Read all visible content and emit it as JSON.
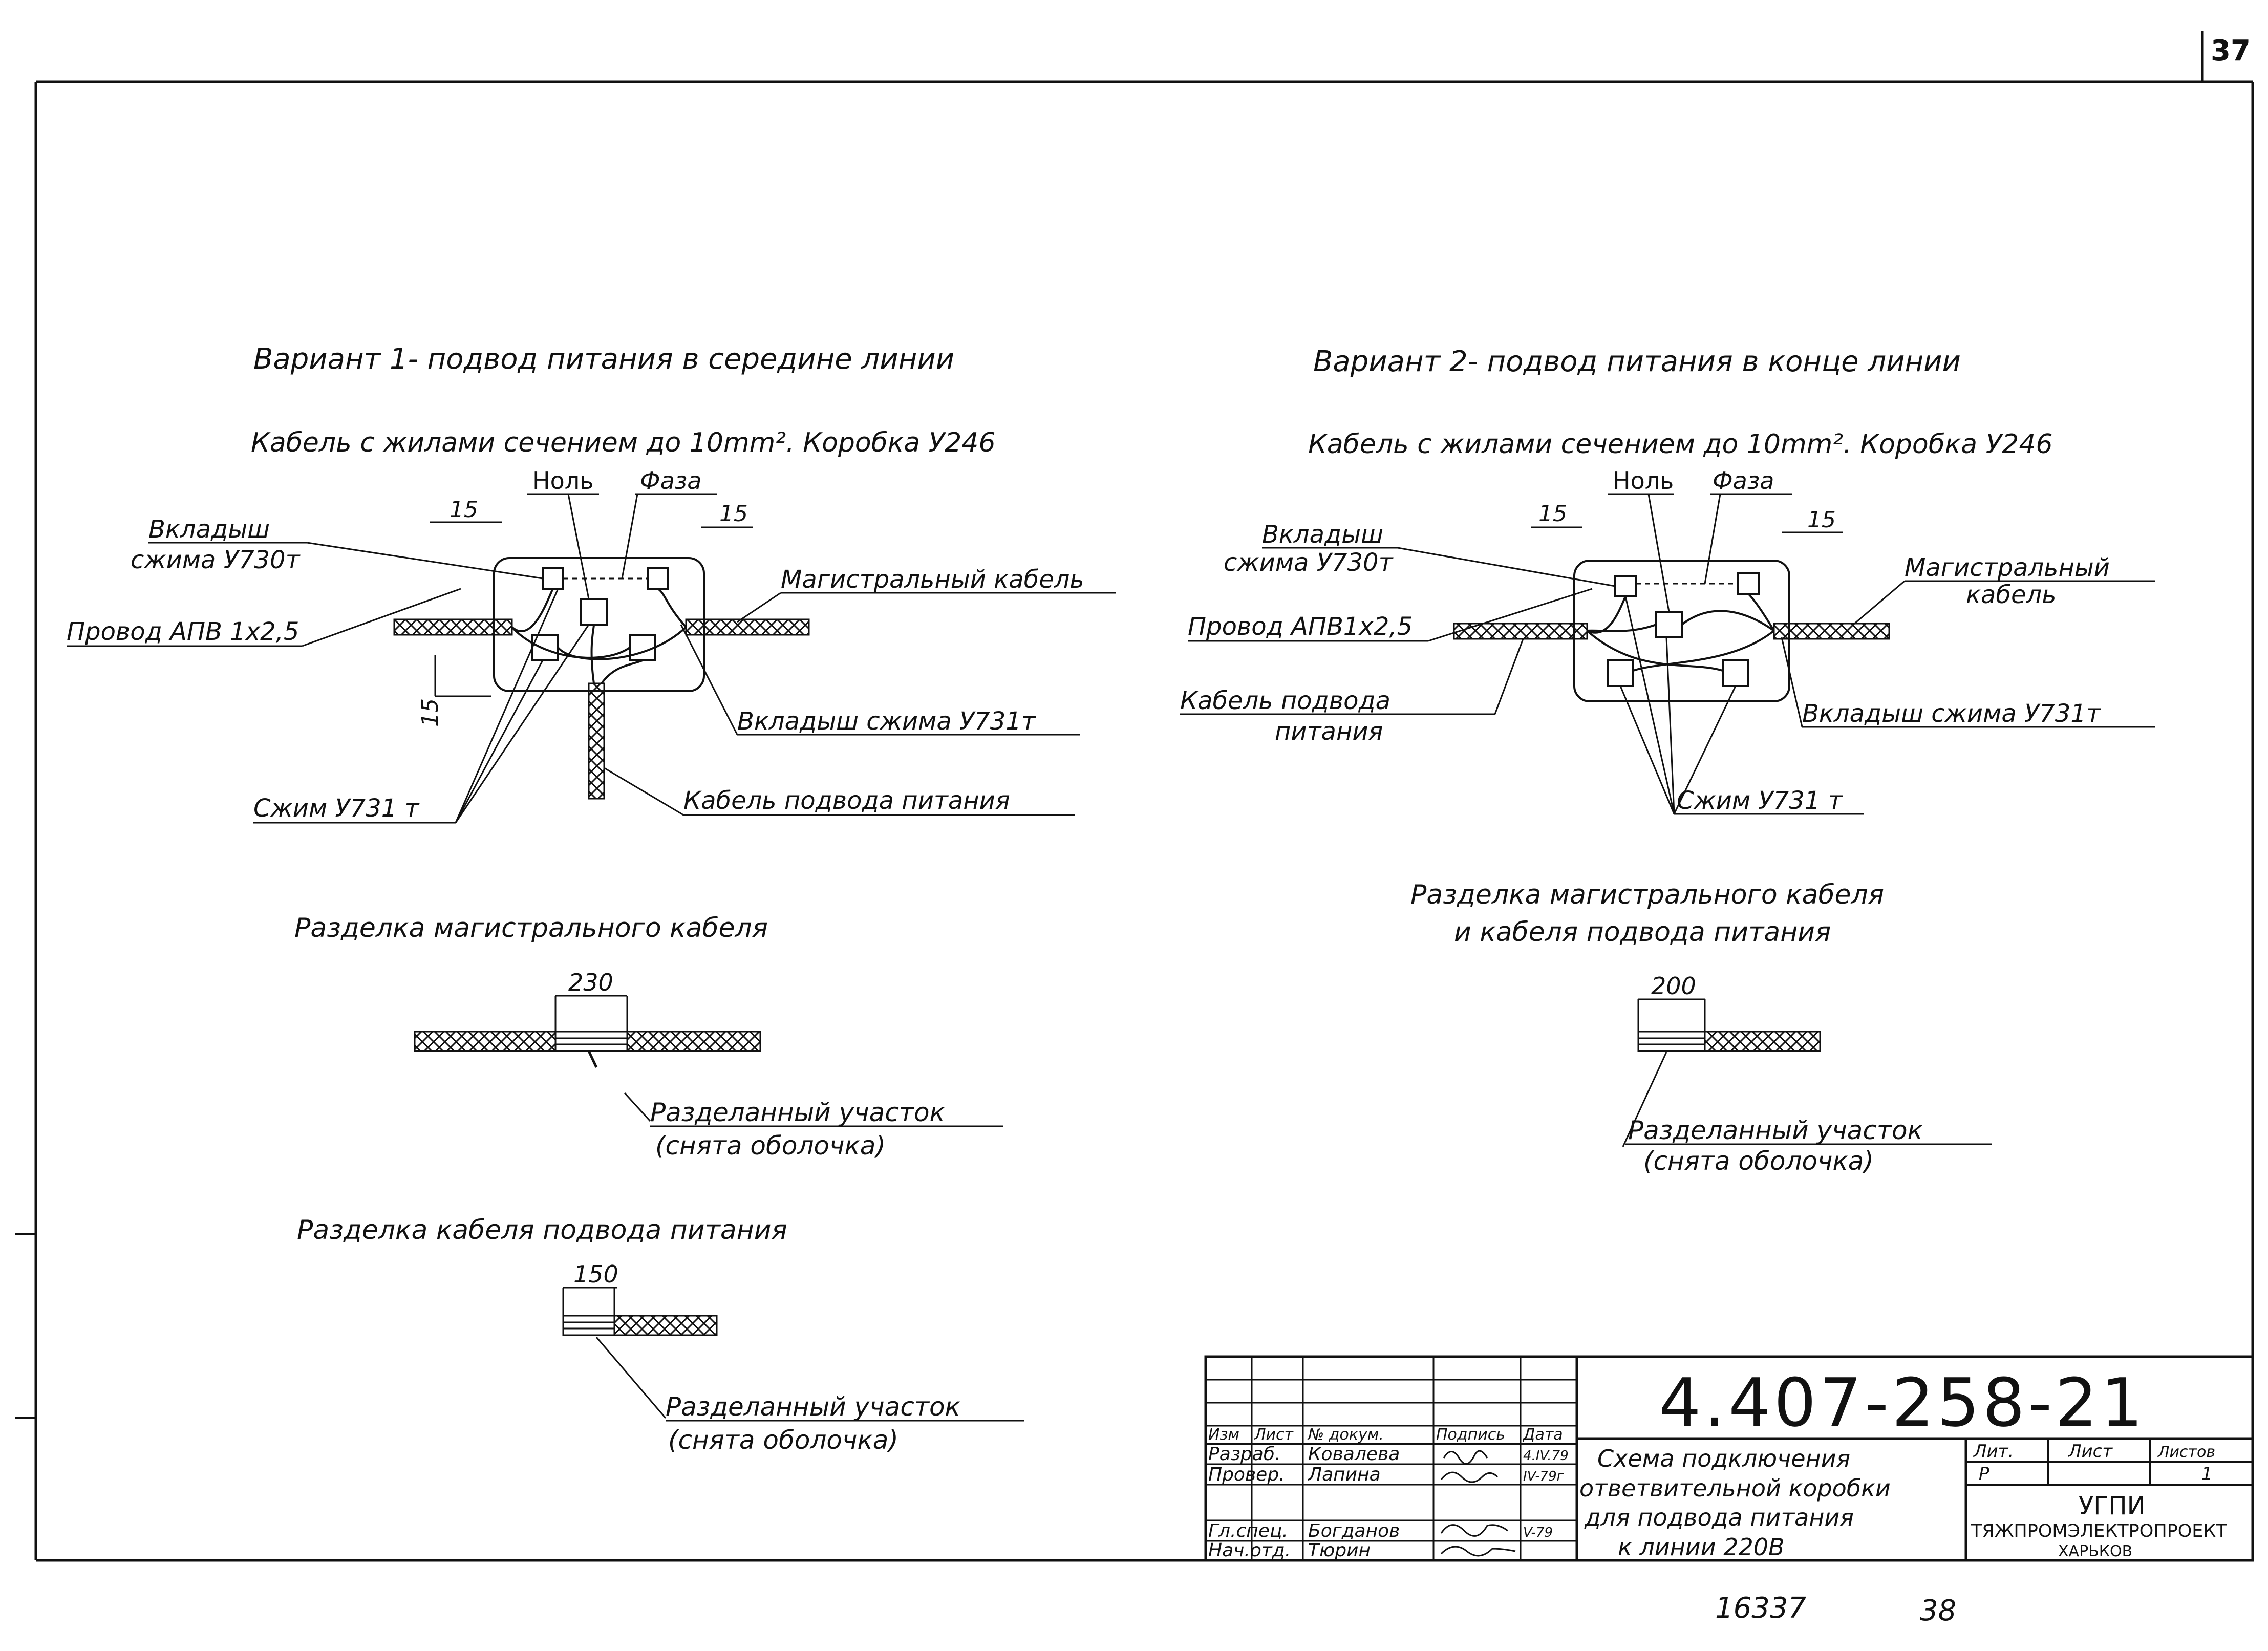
{
  "sheet_number": "37",
  "variant1": {
    "title": "Вариант 1- подвод питания в середине линии",
    "subtitle": "Кабель с жилами сечением до 10mm². Коробка У246",
    "label_null": "Ноль",
    "label_phase": "Фаза",
    "dim_left": "15",
    "dim_right": "15",
    "dim_vertical": "15",
    "insert_label_1": "Вкладыш",
    "insert_label_2": "сжима У730т",
    "wire_label": "Провод АПВ 1х2,5",
    "main_cable_label": "Магистральный кабель",
    "insert_u731_label": "Вкладыш сжима У731т",
    "clamp_label": "Сжим У731 т",
    "supply_cable_label": "Кабель подвода питания"
  },
  "variant2": {
    "title": "Вариант 2- подвод питания в конце линии",
    "subtitle": "Кабель с жилами сечением до 10mm². Коробка У246",
    "label_null": "Ноль",
    "label_phase": "Фаза",
    "dim_left": "15",
    "dim_right": "15",
    "insert_label_1": "Вкладыш",
    "insert_label_2": "сжима У730т",
    "wire_label": "Провод АПВ1х2,5",
    "main_cable_label_1": "Магистральный",
    "main_cable_label_2": "кабель",
    "supply_cable_label_1": "Кабель подвода",
    "supply_cable_label_2": "питания",
    "insert_u731_label": "Вкладыш сжима У731т",
    "clamp_label": "Сжим У731 т"
  },
  "cutting_main": {
    "title": "Разделка магистрального кабеля",
    "dim": "230",
    "label_1": "Разделанный участок",
    "label_2": "(снята оболочка)"
  },
  "cutting_supply": {
    "title": "Разделка кабеля подвода питания",
    "dim": "150",
    "label_1": "Разделанный участок",
    "label_2": "(снята оболочка)"
  },
  "cutting_both": {
    "title_1": "Разделка магистрального кабеля",
    "title_2": "и кабеля подвода питания",
    "dim": "200",
    "label_1": "Разделанный участок",
    "label_2": "(снята оболочка)"
  },
  "title_block": {
    "doc_code": "4.407-258-21",
    "headers": [
      "Изм",
      "Лист",
      "№ докум.",
      "Подпись",
      "Дата"
    ],
    "rows": [
      {
        "role": "Разраб.",
        "name": "Ковалева",
        "date": "4.IV.79"
      },
      {
        "role": "Провер.",
        "name": "Лапина",
        "date": "IV-79г"
      },
      {
        "role": "Гл.спец.",
        "name": "Богданов",
        "date": "V-79"
      },
      {
        "role": "Нач.отд.",
        "name": "Тюрин",
        "date": ""
      }
    ],
    "description": [
      "Схема подключения",
      "ответвительной коробки",
      "для подвода питания",
      "к линии 220В"
    ],
    "lit_header": "Лит.",
    "sheet_header": "Лист",
    "sheets_header": "Листов",
    "lit_value": "Р",
    "sheets_value": "1",
    "org_1": "УГПИ",
    "org_2": "ТЯЖПРОМЭЛЕКТРОПРОЕКТ",
    "org_3": "ХАРЬКОВ"
  },
  "footer_number_1": "16337",
  "footer_number_2": "38",
  "colors": {
    "ink": "#111111",
    "paper": "#ffffff"
  }
}
